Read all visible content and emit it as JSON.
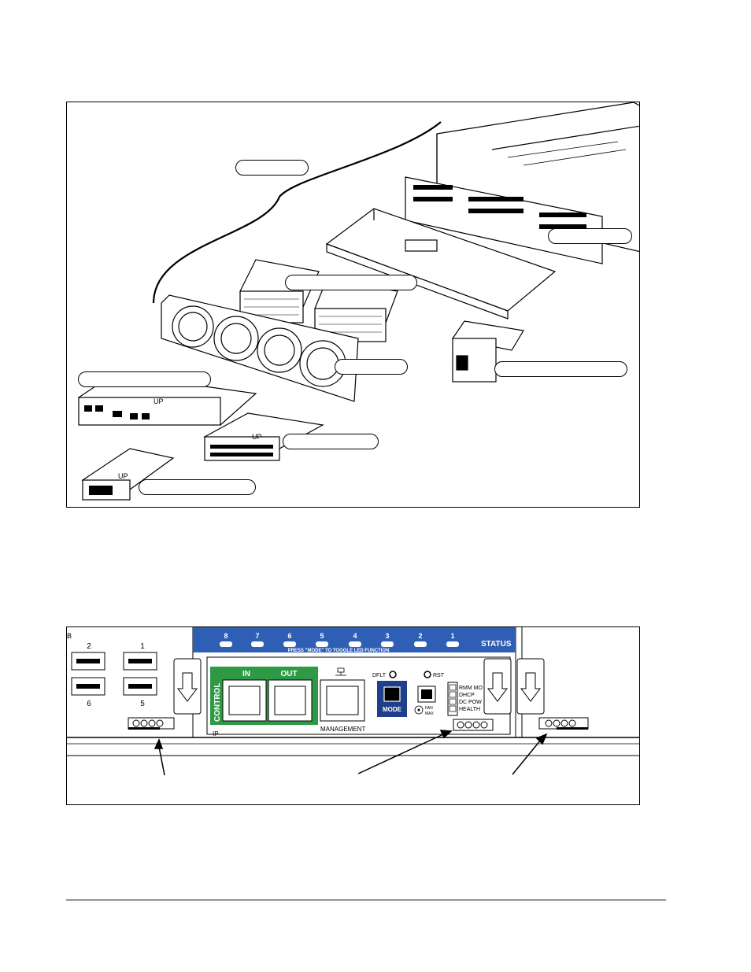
{
  "figure2": {
    "status_numbers": [
      "8",
      "7",
      "6",
      "5",
      "4",
      "3",
      "2",
      "1"
    ],
    "status_label": "STATUS",
    "toggle_hint": "PRESS \"MODE\" TO TOGGLE LED FUNCTION",
    "usb_top_labels": [
      "2",
      "1"
    ],
    "usb_bottom_labels": [
      "6",
      "5"
    ],
    "control_label": "CONTROL",
    "in_label": "IN",
    "out_label": "OUT",
    "management_label": "MANAGEMENT",
    "dflt_label": "DFLT",
    "rst_label": "RST",
    "mode_label": "MODE",
    "fan_label": "FAN",
    "max_label": "MAX",
    "led_labels": [
      "RMM MO",
      "DHCP",
      "DC POW",
      "HEALTH"
    ],
    "ip_label": "IP",
    "stray_label": "B"
  },
  "colors": {
    "status_bar": "#2f5fb5",
    "control_green": "#2e9a45",
    "mode_blue": "#1f3f8c"
  }
}
